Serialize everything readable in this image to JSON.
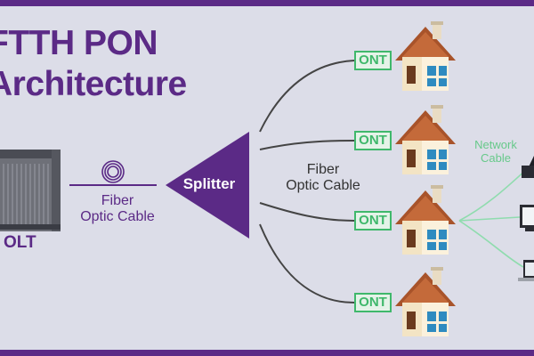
{
  "title": {
    "line1": "FTTH PON",
    "line2": "Architecture"
  },
  "olt": {
    "label": "OLT"
  },
  "feeder_cable": {
    "line1": "Fiber",
    "line2": "Optic Cable"
  },
  "splitter": {
    "label": "Splitter"
  },
  "distribution_cable": {
    "line1": "Fiber",
    "line2": "Optic Cable"
  },
  "network_cable": {
    "line1": "Network",
    "line2": "Cable"
  },
  "onts": [
    {
      "label": "ONT"
    },
    {
      "label": "ONT"
    },
    {
      "label": "ONT"
    },
    {
      "label": "ONT"
    }
  ],
  "colors": {
    "brand": "#5b2a86",
    "ont_green": "#3fb86b",
    "network_green": "#67c98a",
    "background": "#dcdde8",
    "roof": "#a8532a",
    "window": "#2e8bc0"
  },
  "icons": [
    "house-icon",
    "router-icon",
    "desktop-monitor-icon",
    "laptop-icon",
    "fiber-coil-icon",
    "olt-rack-icon"
  ]
}
